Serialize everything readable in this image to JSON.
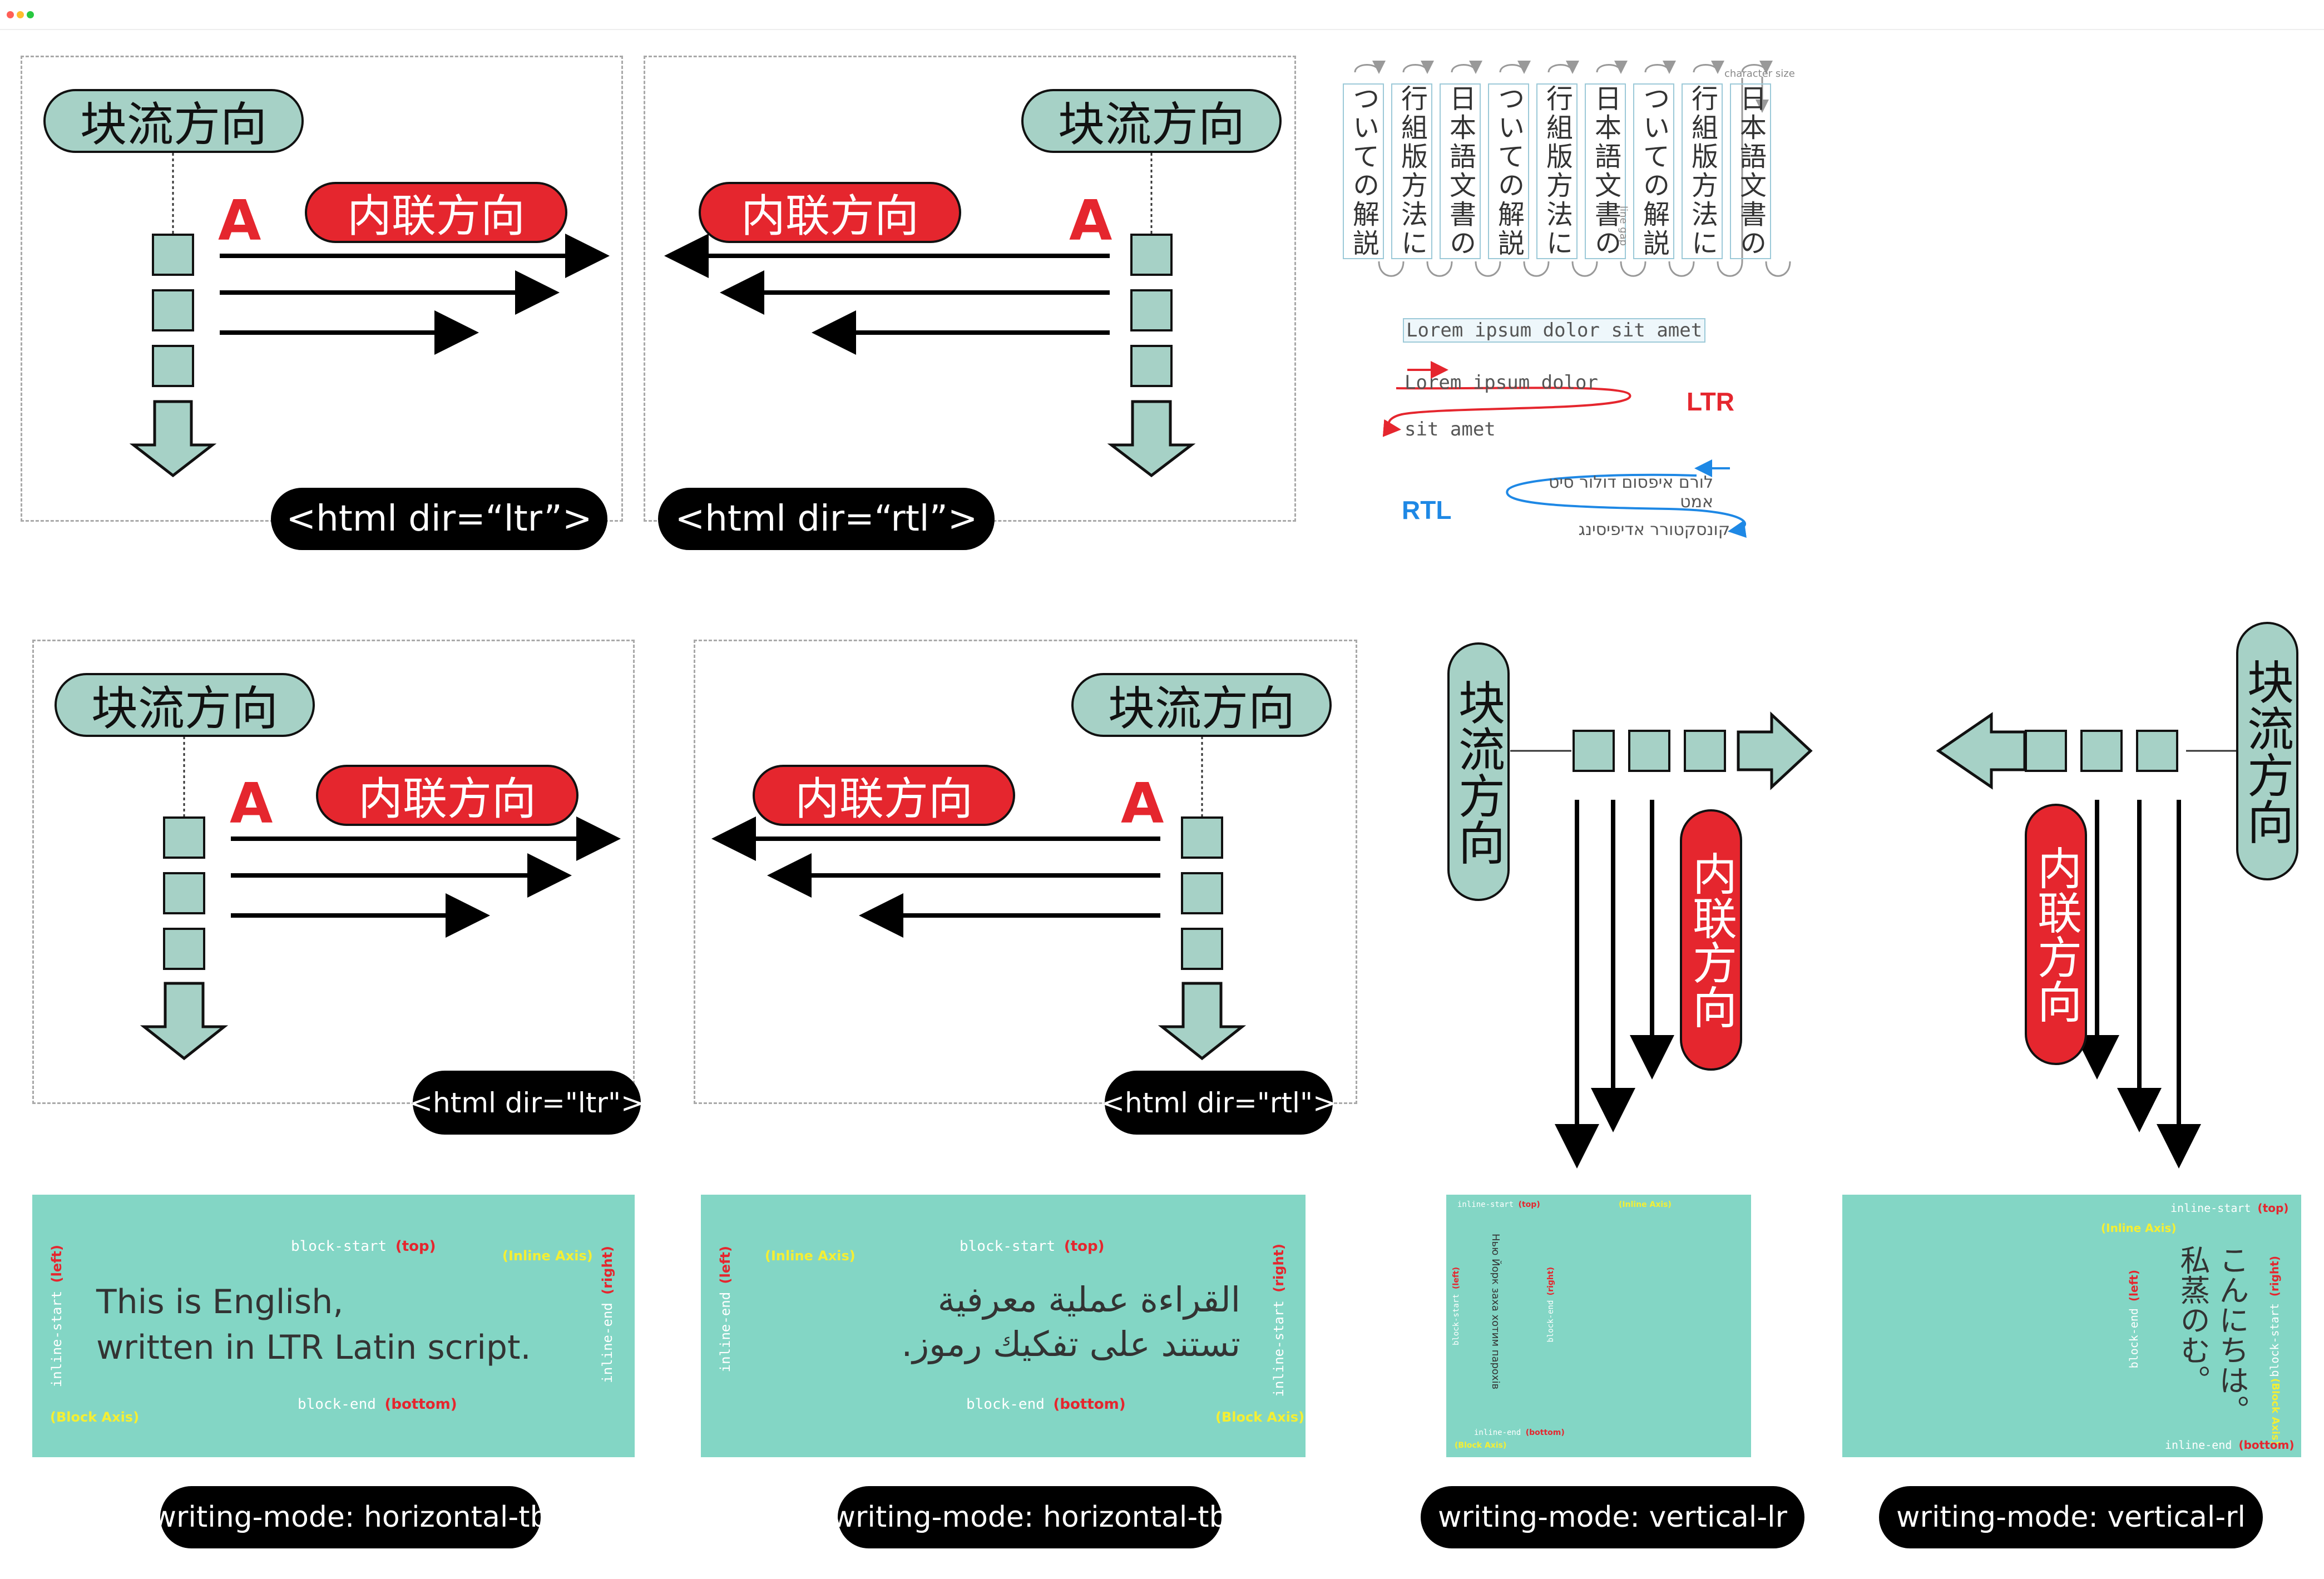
{
  "window": {
    "dot_colors": [
      "#ff5f57",
      "#febc2e",
      "#28c840"
    ]
  },
  "colors": {
    "accent_green": "#a6d1c6",
    "accent_red": "#e5262e",
    "card_bg": "#83d6c5",
    "rtl_blue": "#1e88e5"
  },
  "labels": {
    "block_flow": "块流方向",
    "inline_dir": "内联方向",
    "glyph": "A"
  },
  "panels": {
    "p1": {
      "tag": "<html dir=“ltr”>"
    },
    "p2": {
      "tag": "<html dir=“rtl”>"
    },
    "p3": {
      "tag": "<html dir=\"ltr\">"
    },
    "p4": {
      "tag": "<html dir=\"rtl\">"
    }
  },
  "japanese": {
    "columns": [
      "日本語文書の",
      "行組版方法に",
      "ついての解説",
      "日本語文書の",
      "行組版方法に",
      "ついての解説",
      "日本語文書の",
      "行組版方法に",
      "ついての解説"
    ],
    "note_size": "character size",
    "note_gap": "line gap"
  },
  "latin": {
    "grid": "Lorem ipsum dolor sit amet",
    "line1": "Lorem ipsum dolor",
    "line2": "sit amet",
    "ltr": "LTR"
  },
  "hebrew": {
    "line1": "לורם איפסום דולור סיט אמט",
    "line2": "קונסקטורר אדיפיסינג",
    "rtl": "RTL"
  },
  "cards": {
    "c1": {
      "block_start": "block-start",
      "block_start_note": "(top)",
      "block_end": "block-end",
      "block_end_note": "(bottom)",
      "inline_start": "inline-start",
      "inline_start_note": "(left)",
      "inline_end": "inline-end",
      "inline_end_note": "(right)",
      "inline_axis": "(Inline Axis)",
      "block_axis": "(Block Axis)",
      "line1": "This is English,",
      "line2": "written in LTR Latin script.",
      "mode": "writing-mode: horizontal-tb"
    },
    "c2": {
      "block_start": "block-start",
      "block_start_note": "(top)",
      "block_end": "block-end",
      "block_end_note": "(bottom)",
      "inline_start": "inline-start",
      "inline_start_note": "(right)",
      "inline_end": "inline-end",
      "inline_end_note": "(left)",
      "inline_axis": "(Inline Axis)",
      "block_axis": "(Block Axis)",
      "line1": "القراءة عملية معرفية",
      "line2": "تستند على تفكيك رموز.",
      "mode": "writing-mode: horizontal-tb"
    },
    "c3": {
      "inline_start": "inline-start",
      "inline_start_note": "(top)",
      "inline_end": "inline-end",
      "inline_end_note": "(bottom)",
      "block_start": "block-start",
      "block_start_note": "(left)",
      "block_end": "block-end",
      "block_end_note": "(right)",
      "inline_axis": "(Inline Axis)",
      "block_axis": "(Block Axis)",
      "line1": "Нью Йорк заха хотим парохів",
      "mode": "writing-mode: vertical-lr"
    },
    "c4": {
      "inline_start": "inline-start",
      "inline_start_note": "(top)",
      "inline_end": "inline-end",
      "inline_end_note": "(bottom)",
      "block_start": "block-start",
      "block_start_note": "(right)",
      "block_end": "block-end",
      "block_end_note": "(left)",
      "inline_axis": "(Block Axis)",
      "block_axis": "(Inline Axis)",
      "line1": "こんにちは。",
      "line2": "私蒸のむ。",
      "mode": "writing-mode: vertical-rl"
    }
  }
}
